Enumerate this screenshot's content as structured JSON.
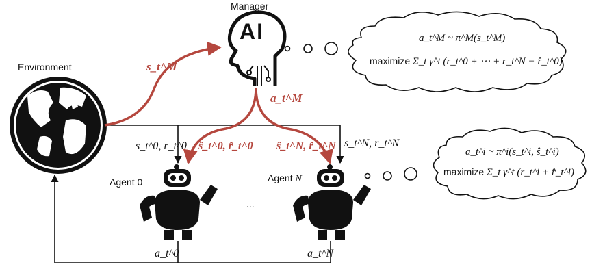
{
  "labels": {
    "manager": "Manager",
    "environment": "Environment",
    "agent0": "Agent 0",
    "agentN_prefix": "Agent ",
    "agentN_var": "N",
    "ellipsis": "...",
    "ai": "AI"
  },
  "edges": {
    "env_to_manager": "s_t^M",
    "manager_action": "a_t^M",
    "to_agent0_plain": "s_t^0, r_t^0",
    "to_agent0_hat": "ŝ_t^0, r̂_t^0",
    "to_agentN_hat": "ŝ_t^N, r̂_t^N",
    "to_agentN_plain": "s_t^N, r_t^N",
    "action0": "a_t^0",
    "actionN": "a_t^N"
  },
  "manager_bubble": {
    "policy": "a_t^M ~ π^M(s_t^M)",
    "objective_word": "maximize",
    "objective": "Σ_t γ^t (r_t^0 + ⋯ + r_t^N − r̂_t^0)"
  },
  "agent_bubble": {
    "policy": "a_t^i ~ π^i(s_t^i, ŝ_t^i)",
    "objective_word": "maximize",
    "objective": "Σ_t γ^t (r_t^i + r̂_t^i)"
  },
  "colors": {
    "accent": "#b5473e",
    "ink": "#111111"
  }
}
